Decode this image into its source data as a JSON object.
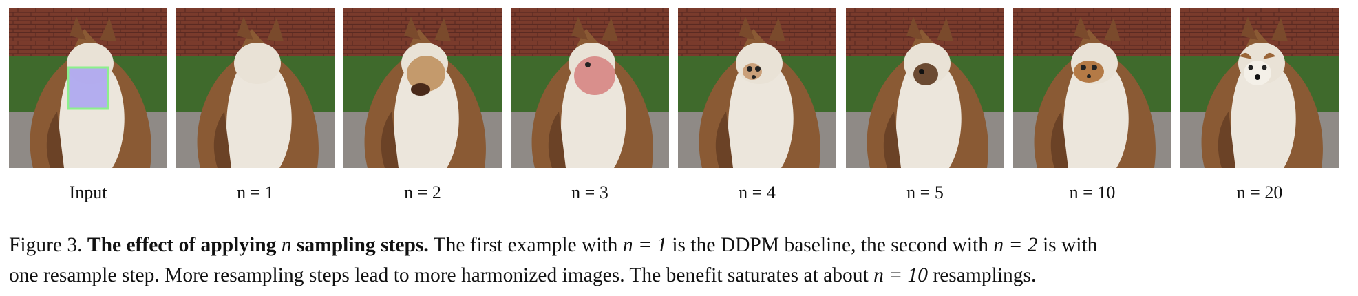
{
  "figure": {
    "panels": [
      {
        "label": "Input",
        "variant": "input"
      },
      {
        "label": "n = 1",
        "variant": "white"
      },
      {
        "label": "n = 2",
        "variant": "tan"
      },
      {
        "label": "n = 3",
        "variant": "pink"
      },
      {
        "label": "n = 4",
        "variant": "small"
      },
      {
        "label": "n = 5",
        "variant": "dark"
      },
      {
        "label": "n = 10",
        "variant": "brown"
      },
      {
        "label": "n = 20",
        "variant": "final"
      }
    ],
    "mask_color": "#a9a2f2",
    "mask_border_color": "#8cf08c"
  },
  "caption": {
    "prefix": "Figure 3.",
    "bold_a": "The effect of applying",
    "var_n": "n",
    "bold_b": "sampling steps.",
    "t1": "The first example with",
    "eq1": "n = 1",
    "t2": "is the DDPM baseline, the second with",
    "eq2": "n = 2",
    "t3": "is with",
    "t4": "one resample step. More resampling steps lead to more harmonized images. The benefit saturates at about",
    "eq3": "n = 10",
    "t5": "resamplings."
  }
}
